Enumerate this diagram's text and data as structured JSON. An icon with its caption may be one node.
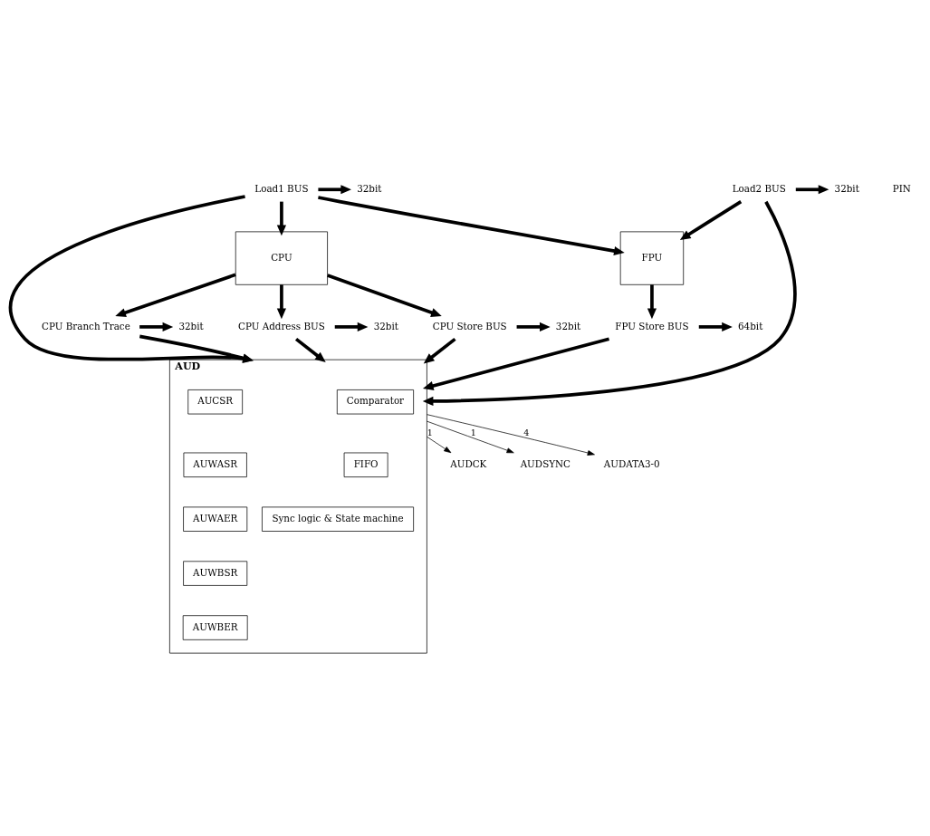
{
  "diagram": {
    "nodes": [
      {
        "text": [
          "CPU"
        ]
      },
      {
        "text": [
          "FPU"
        ]
      },
      {
        "text": [
          "CPU Branch Trace"
        ]
      },
      {
        "text": [
          "CPU Address BUS"
        ]
      },
      {
        "text": [
          "CPU Store BUS"
        ]
      },
      {
        "text": [
          "FPU Store BUS"
        ]
      },
      {
        "text": [
          "Load1 BUS"
        ]
      },
      {
        "text": [
          "Load2 BUS"
        ]
      },
      {
        "text": [
          "32bit"
        ]
      },
      {
        "text": [
          "32bit"
        ]
      },
      {
        "text": [
          "32bit"
        ]
      },
      {
        "text": [
          "64bit"
        ]
      },
      {
        "text": [
          "32bit"
        ]
      },
      {
        "text": [
          "32bit"
        ]
      },
      {
        "text": [
          "AUD"
        ]
      },
      {
        "text": [
          "Comparator"
        ],
        "in": 14
      },
      {
        "text": [
          "FIFO"
        ],
        "in": 14
      },
      {
        "text": [
          "Sync logic & State machine"
        ],
        "in": 14
      },
      {
        "text": [
          "AUCSR"
        ],
        "in": 14
      },
      {
        "text": [
          "AUWASR"
        ],
        "in": 14
      },
      {
        "text": [
          "AUWAER"
        ],
        "in": 14
      },
      {
        "text": [
          "AUWBSR"
        ],
        "in": 14
      },
      {
        "text": [
          "AUWBER"
        ],
        "in": 14
      },
      {
        "text": [
          "AUDCK"
        ]
      },
      {
        "text": [
          "AUDSYNC"
        ]
      },
      {
        "text": [
          "AUDATA3-0"
        ]
      }
    ],
    "edges": [
      {
        "from": 2,
        "to": 8,
        "arrow": "to"
      },
      {
        "from": 3,
        "to": 9,
        "arrow": "to"
      },
      {
        "from": 4,
        "to": 10,
        "arrow": "to"
      },
      {
        "from": 5,
        "to": 11,
        "arrow": "to"
      },
      {
        "from": 6,
        "to": 12,
        "arrow": "to"
      },
      {
        "from": 7,
        "to": 13,
        "arrow": "to"
      },
      {
        "from": 0,
        "to": 2,
        "arrow": "to"
      },
      {
        "from": 0,
        "to": 3,
        "arrow": "to"
      },
      {
        "from": 0,
        "to": 4,
        "arrow": "to"
      },
      {
        "from": 6,
        "to": 0,
        "arrow": "to"
      },
      {
        "from": 1,
        "to": 5,
        "arrow": "to"
      },
      {
        "from": 6,
        "to": 1,
        "arrow": "to"
      },
      {
        "from": 7,
        "to": 1,
        "arrow": "to"
      },
      {
        "from": 2,
        "to": 14,
        "arrow": "to"
      },
      {
        "from": 3,
        "to": 14,
        "arrow": "to"
      },
      {
        "from": 4,
        "to": 14,
        "arrow": "to"
      },
      {
        "from": 5,
        "to": 14,
        "arrow": "to"
      },
      {
        "from": 6,
        "to": 14,
        "arrow": "to"
      },
      {
        "from": 7,
        "to": 14,
        "arrow": "to"
      },
      {
        "from": 14,
        "to": 23,
        "arrow": "to",
        "label": "1"
      },
      {
        "from": 14,
        "to": 24,
        "arrow": "to",
        "label": "1"
      },
      {
        "from": 14,
        "to": 25,
        "arrow": "to",
        "label": "4"
      }
    ],
    "labels": [
      "PIN"
    ]
  }
}
